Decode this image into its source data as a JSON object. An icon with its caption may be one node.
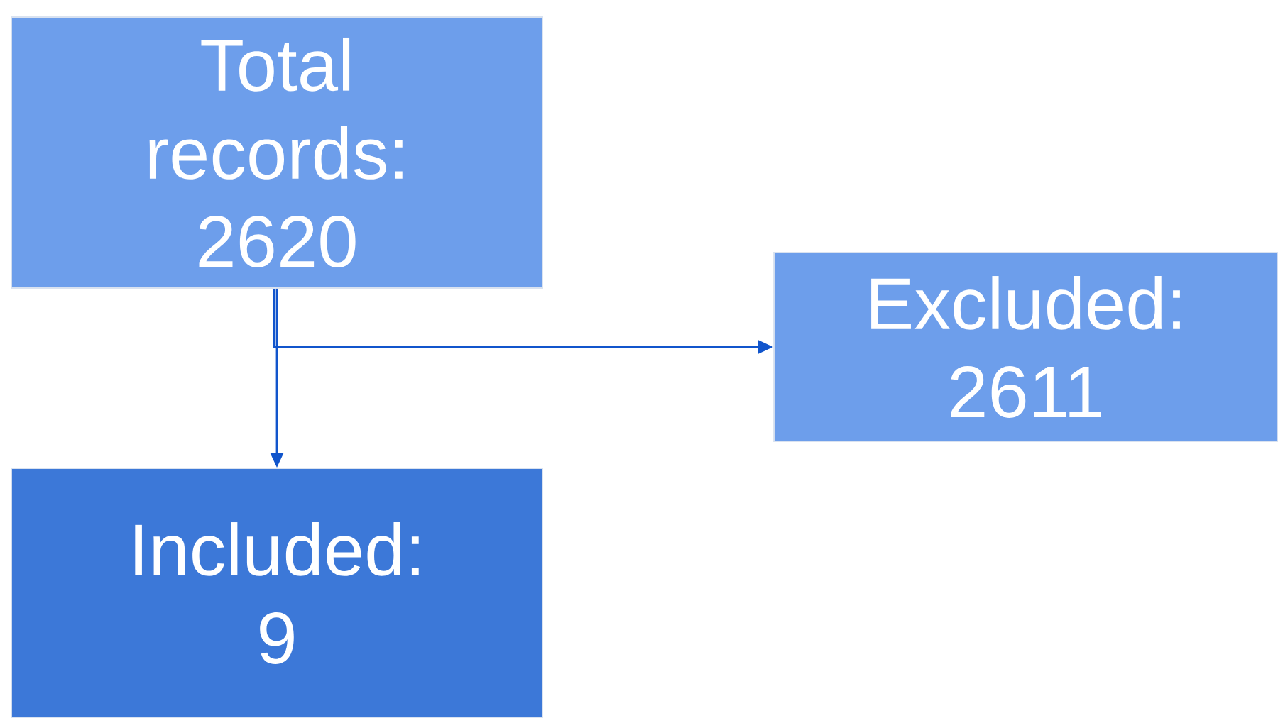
{
  "diagram": {
    "nodes": [
      {
        "text": [
          "Total records: 2620"
        ]
      },
      {
        "text": [
          "Excluded: 2611"
        ]
      },
      {
        "text": [
          "Included: 9"
        ]
      }
    ],
    "edges": [
      {
        "from": 0,
        "to": 2,
        "arrow": "to"
      },
      {
        "from": 0,
        "to": 1,
        "arrow": "to"
      }
    ]
  }
}
